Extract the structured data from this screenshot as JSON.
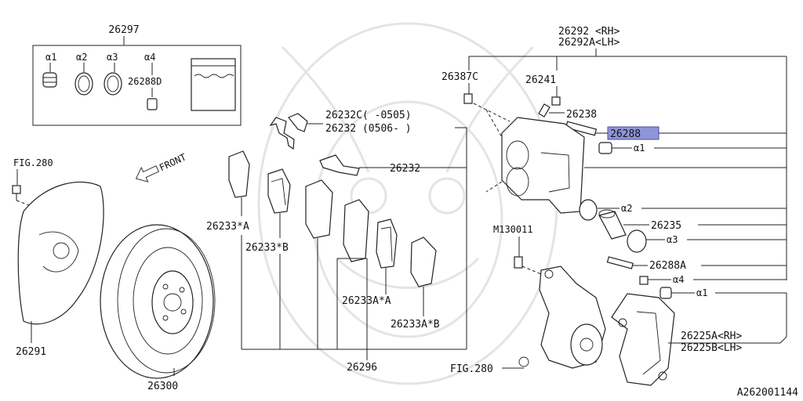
{
  "diagram_id": "A262001144",
  "highlight_color": "#8f95d8",
  "kit": {
    "part_no": "26297",
    "items": [
      "α1",
      "α2",
      "α3",
      "α4"
    ],
    "sub_part": "26288D"
  },
  "labels": {
    "caliper_rh": "26292 <RH>",
    "caliper_lh": "26292A<LH>",
    "bleeder_screw": "26387C",
    "bolt_26241": "26241",
    "bolt_26238": "26238",
    "guide_pin_highlight": "26288",
    "alpha1_top": "α1",
    "alpha2": "α2",
    "piston": "26235",
    "alpha3": "α3",
    "guide_pin_a": "26288A",
    "alpha4": "α4",
    "alpha1_bottom": "α1",
    "bracket_rh": "26225A<RH>",
    "bracket_lh": "26225B<LH>",
    "fig280_bottom": "FIG.280",
    "fig280_left": "FIG.280",
    "m13": "M130011",
    "clip_26232c": "26232C(   -0505)",
    "clip_26232_date": "26232 (0506-   )",
    "clip_26232": "26232",
    "pad_a": "26233*A",
    "pad_b": "26233*B",
    "pad_aa": "26233A*A",
    "pad_ab": "26233A*B",
    "pad_set": "26296",
    "backing_plate": "26291",
    "rotor": "26300",
    "front": "FRONT"
  }
}
